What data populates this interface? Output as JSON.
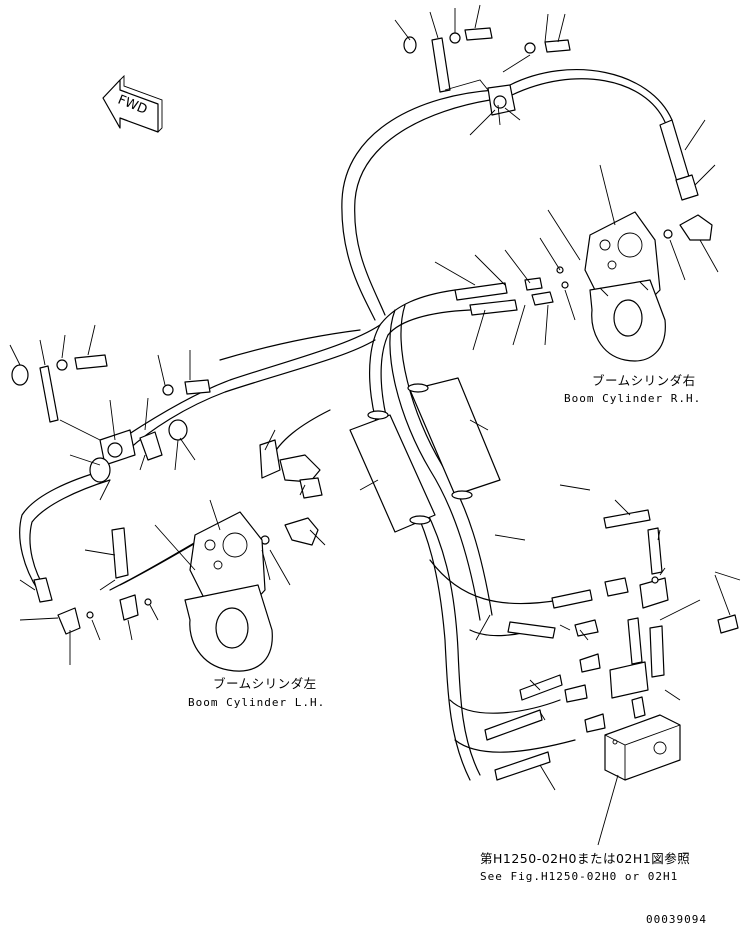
{
  "direction_marker": "FWD",
  "labels": {
    "boom_cylinder_rh_jp": "ブームシリンダ右",
    "boom_cylinder_rh_en": "Boom Cylinder R.H.",
    "boom_cylinder_lh_jp": "ブームシリンダ左",
    "boom_cylinder_lh_en": "Boom Cylinder L.H.",
    "reference_jp": "第H1250-02H0または02H1図参照",
    "reference_en": "See Fig.H1250-02H0 or 02H1"
  },
  "drawing_number": "00039094"
}
